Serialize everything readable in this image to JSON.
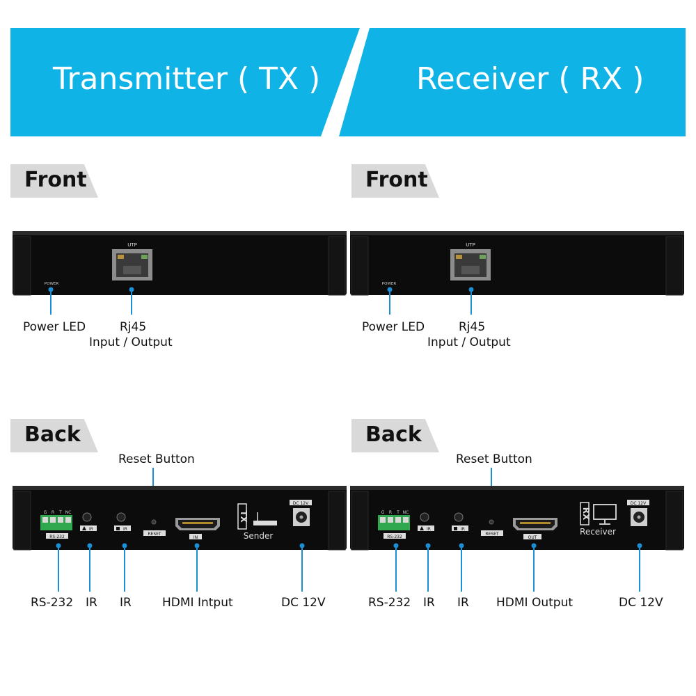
{
  "header": {
    "tx_title": "Transmitter ( TX )",
    "rx_title": "Receiver ( RX )"
  },
  "colors": {
    "banner": "#10b3e6",
    "callout": "#1a8fd6",
    "chassis": "#0c0c0c",
    "tab": "#d9d9d9"
  },
  "tx": {
    "front_tab": "Front",
    "back_tab": "Back",
    "front_panel": {
      "utp": "UTP",
      "power": "POWER"
    },
    "front_labels": {
      "power_led": "Power LED",
      "rj45": "Rj45",
      "io": "Input / Output"
    },
    "back_panel": {
      "pins": [
        "G",
        "R",
        "T",
        "NC"
      ],
      "rs232": "RS-232",
      "ir_in": "IR",
      "ir_out": "IR",
      "reset": "RESET",
      "hdmi_port": "IN",
      "dc": "DC 12V",
      "badge_letters": "TX",
      "device_name": "Sender"
    },
    "back_labels": {
      "reset_button": "Reset Button",
      "rs232": "RS-232",
      "ir1": "IR",
      "ir2": "IR",
      "hdmi": "HDMI Intput",
      "dc": "DC 12V"
    }
  },
  "rx": {
    "front_tab": "Front",
    "back_tab": "Back",
    "front_panel": {
      "utp": "UTP",
      "power": "POWER"
    },
    "front_labels": {
      "power_led": "Power LED",
      "rj45": "Rj45",
      "io": "Input / Output"
    },
    "back_panel": {
      "pins": [
        "G",
        "R",
        "T",
        "NC"
      ],
      "rs232": "RS-232",
      "ir_in": "IR",
      "ir_out": "IR",
      "reset": "RESET",
      "hdmi_port": "OUT",
      "dc": "DC 12V",
      "badge_letters": "RX",
      "device_name": "Receiver"
    },
    "back_labels": {
      "reset_button": "Reset Button",
      "rs232": "RS-232",
      "ir1": "IR",
      "ir2": "IR",
      "hdmi": "HDMI Output",
      "dc": "DC 12V"
    }
  }
}
